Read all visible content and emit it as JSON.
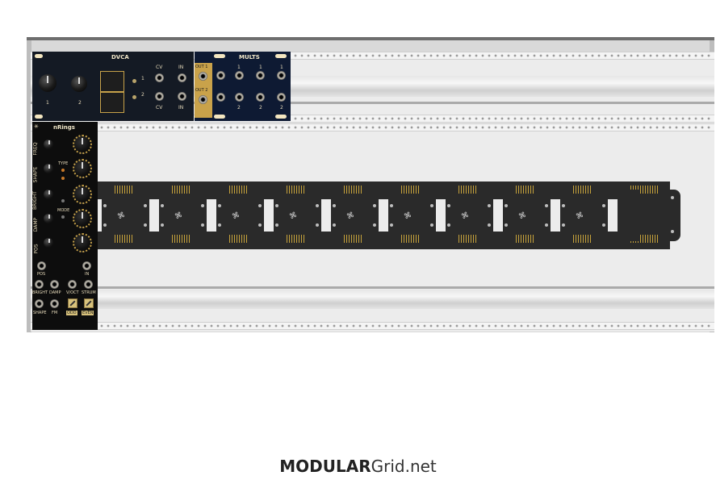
{
  "dvca": {
    "title": "DVCA",
    "knob1_label": "1",
    "knob2_label": "2",
    "cv_label_top": "CV",
    "in_label_top": "IN",
    "cv_label_bottom": "CV",
    "in_label_bottom": "IN",
    "ch1": "1",
    "ch2": "2"
  },
  "mults": {
    "title": "MULTS",
    "out1": "OUT 1",
    "out2": "OUT 2",
    "top_labels": [
      "1",
      "1",
      "1"
    ],
    "bottom_labels": [
      "2",
      "2",
      "2"
    ]
  },
  "nrings": {
    "title": "nRings",
    "left_labels": [
      "FREQ",
      "SHAPE",
      "BRIGHT",
      "DAMP",
      "POS"
    ],
    "type_label": "TYPE",
    "mode_label": "MODE",
    "jack_row1": [
      "POS",
      "IN"
    ],
    "jack_row2": [
      "BRIGHT",
      "DAMP",
      "V/OCT",
      "STRUM"
    ],
    "jack_row3": [
      "SHAPE",
      "FM",
      "ODD",
      "EVEN"
    ]
  },
  "footer": {
    "brand_bold": "MODULAR",
    "brand_rest": "Grid.net"
  }
}
